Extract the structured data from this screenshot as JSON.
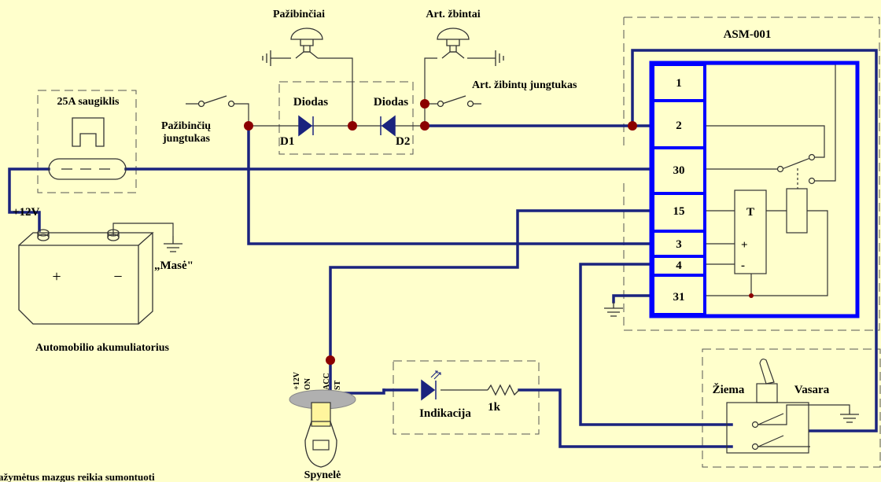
{
  "colors": {
    "background": "#ffffcc",
    "wire": "#1a237e",
    "module_border": "#0000ff",
    "junction": "#8b0000",
    "line": "#333333",
    "dashed": "#555555",
    "tag_fill": "#eaeaea",
    "key_fill": "#fff59d",
    "diode": "#1a237e"
  },
  "labels": {
    "module_title": "ASM-001",
    "fuse": "25A saugiklis",
    "fog_lights": "Pažibinčiai",
    "art_lights": "Art. žbintai",
    "art_switch": "Art. žibintų jungtukas",
    "diode_1": "Diodas",
    "diode_2": "Diodas",
    "d1": "D1",
    "d2": "D2",
    "fog_switch_line1": "Pažibinčių",
    "fog_switch_line2": "jungtukas",
    "plus12": "+12V",
    "ground": "„Masė\"",
    "battery_plus": "+",
    "battery_minus": "−",
    "battery": "Automobilio akumuliatorius",
    "indication": "Indikacija",
    "resistor": "1k",
    "lock": "Spynelė",
    "winter": "Žiema",
    "summer": "Vasara",
    "timer": "T",
    "timer_plus": "+",
    "timer_minus": "-",
    "footer": "Pažymėtus mazgus reikia sumontuoti",
    "ign_12v": "+12V",
    "ign_on": "ON",
    "ign_acc": "ACC",
    "ign_st": "ST"
  },
  "terminals": [
    "1",
    "2",
    "30",
    "15",
    "3",
    "4",
    "31"
  ],
  "icons": {
    "fuse": "fuse-icon",
    "diode": "diode-icon",
    "led": "led-icon",
    "resistor": "resistor-icon",
    "ground": "ground-icon",
    "lamp": "lamp-icon",
    "switch": "switch-icon",
    "battery": "battery-icon",
    "key": "key-icon",
    "relay": "relay-icon"
  }
}
